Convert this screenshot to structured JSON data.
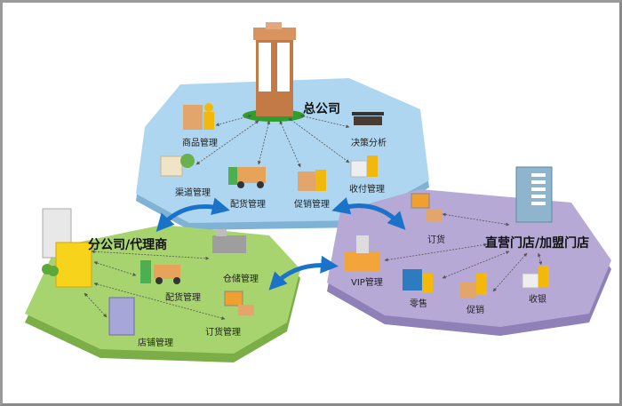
{
  "colors": {
    "hq_platform": "#aed6f1",
    "branch_platform": "#a8d46f",
    "store_platform": "#b7a9d6",
    "arrow_blue": "#1a73c9",
    "connector": "#555555"
  },
  "headquarters": {
    "title": "总公司",
    "icon": "office-tower-icon",
    "modules": [
      {
        "label": "商品管理",
        "icon": "boxes-person-icon"
      },
      {
        "label": "决策分析",
        "icon": "meeting-table-icon"
      },
      {
        "label": "渠道管理",
        "icon": "newspaper-globe-icon"
      },
      {
        "label": "配货管理",
        "icon": "delivery-truck-icon"
      },
      {
        "label": "促销管理",
        "icon": "promotion-gift-icon"
      },
      {
        "label": "收付管理",
        "icon": "cash-register-icon"
      }
    ]
  },
  "branch": {
    "title": "分公司/代理商",
    "icon": "branch-building-icon",
    "modules": [
      {
        "label": "仓储管理",
        "icon": "warehouse-icon"
      },
      {
        "label": "配货管理",
        "icon": "delivery-truck-icon"
      },
      {
        "label": "订货管理",
        "icon": "computer-order-icon"
      },
      {
        "label": "店铺管理",
        "icon": "store-building-icon"
      }
    ]
  },
  "stores": {
    "title": "直营门店/加盟门店",
    "icon": "store-tower-icon",
    "modules": [
      {
        "label": "订货",
        "icon": "computer-order-icon"
      },
      {
        "label": "VIP管理",
        "icon": "vip-file-box-icon"
      },
      {
        "label": "零售",
        "icon": "retail-books-icon"
      },
      {
        "label": "促销",
        "icon": "promotion-gift-icon"
      },
      {
        "label": "收银",
        "icon": "cash-register-icon"
      }
    ]
  }
}
